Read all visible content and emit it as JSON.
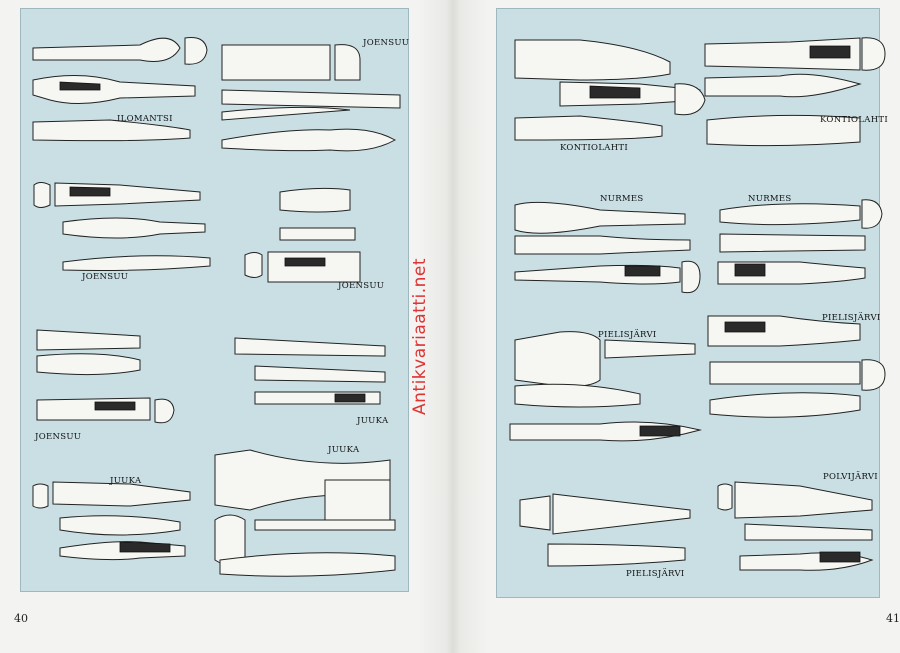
{
  "left_page": {
    "page_number": "40",
    "labels": {
      "ilomantsi": "ILOMANTSI",
      "joensuu_1": "JOENSUU",
      "joensuu_2": "JOENSUU",
      "joensuu_3": "JOENSUU",
      "joensuu_4": "JOENSUU",
      "juuka_1": "JUUKA",
      "juuka_2": "JUUKA",
      "juuka_3": "JUUKA"
    }
  },
  "right_page": {
    "page_number": "41",
    "labels": {
      "kontiolahti_1": "KONTIOLAHTI",
      "kontiolahti_2": "KONTIOLAHTI",
      "nurmes_1": "NURMES",
      "nurmes_2": "NURMES",
      "pielisjarvi_1": "PIELISJÄRVI",
      "pielisjarvi_2": "PIELISJÄRVI",
      "pielisjarvi_3": "PIELISJÄRVI",
      "polvijarvi": "POLVIJÄRVI"
    }
  },
  "watermark": "Antikvariaatti.net",
  "colors": {
    "page_tint": "#c9dfe4",
    "paper": "#f3f3f1",
    "watermark": "#dd3333"
  }
}
